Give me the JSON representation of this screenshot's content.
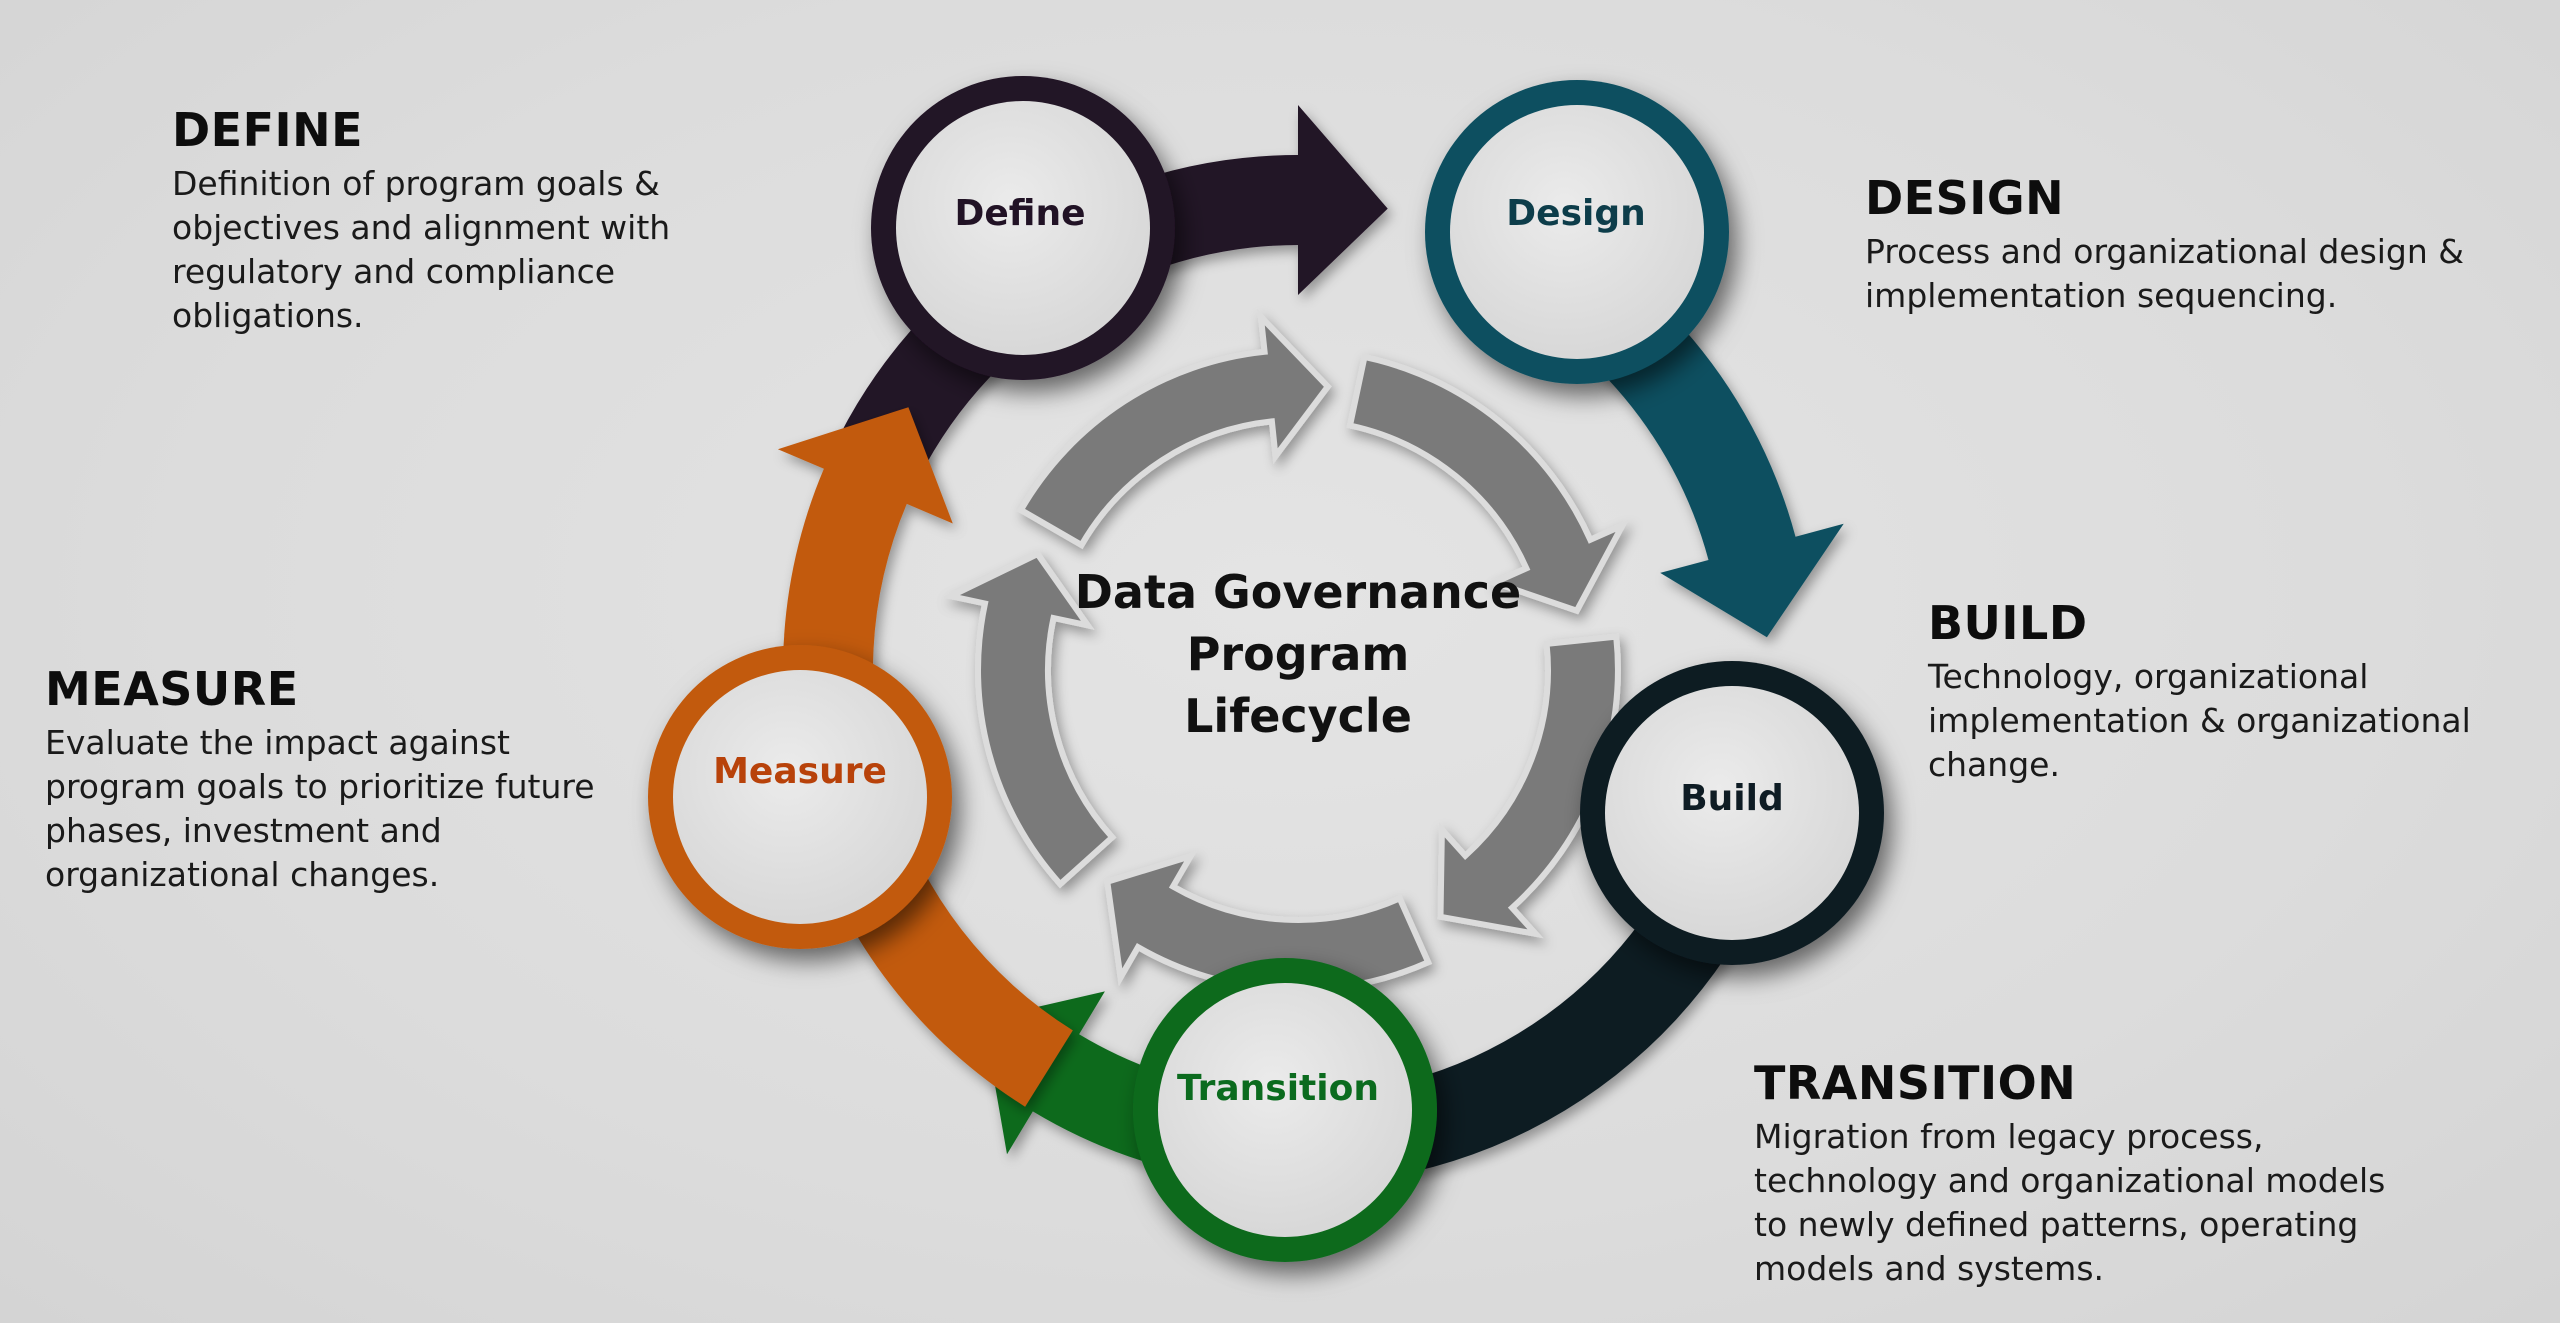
{
  "title_lines": [
    "Data Governance",
    "Program",
    "Lifecycle"
  ],
  "stages": [
    {
      "id": "define",
      "label": "Define",
      "color": "#211225",
      "text_color": "#211225"
    },
    {
      "id": "design",
      "label": "Design",
      "color": "#0d5060",
      "text_color": "#0d3d4a"
    },
    {
      "id": "build",
      "label": "Build",
      "color": "#0e1c24",
      "text_color": "#0e1c24"
    },
    {
      "id": "transition",
      "label": "Transition",
      "color": "#0b6b1e",
      "text_color": "#0b6b1e"
    },
    {
      "id": "measure",
      "label": "Measure",
      "color": "#c25a0c",
      "text_color": "#b8420a"
    }
  ],
  "descriptions": {
    "define": {
      "heading": "DEFINE",
      "text": "Definition of program goals & objectives and alignment with regulatory and compliance obligations."
    },
    "design": {
      "heading": "DESIGN",
      "text": "Process and organizational design & implementation sequencing."
    },
    "build": {
      "heading": "BUILD",
      "text": "Technology, organizational implementation & organizational change."
    },
    "measure": {
      "heading": "MEASURE",
      "text": "Evaluate the impact against program goals to prioritize future phases, investment and organizational changes."
    },
    "transition": {
      "heading": "TRANSITION",
      "text": "Migration from legacy process, technology and organizational models to newly defined patterns, operating models and systems."
    }
  },
  "inner_ring_color": "#7a7a7a"
}
